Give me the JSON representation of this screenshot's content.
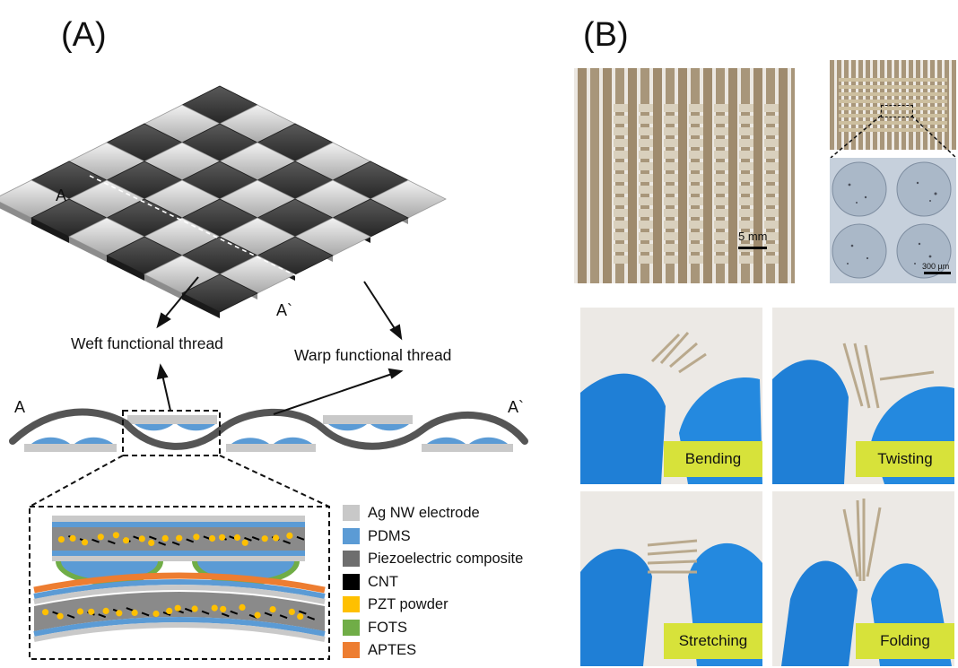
{
  "panels": {
    "a": "(A)",
    "b": "(B)"
  },
  "labels": {
    "a": "A",
    "a_prime": "A`",
    "a_section_left": "A",
    "a_section_right": "A`",
    "weft": "Weft functional thread",
    "warp": "Warp functional thread"
  },
  "legend": [
    {
      "label": "Ag NW electrode",
      "color": "#c8c8c8"
    },
    {
      "label": "PDMS",
      "color": "#5b9bd5"
    },
    {
      "label": "Piezoelectric composite",
      "color": "#6e6e6e"
    },
    {
      "label": "CNT",
      "color": "#000000"
    },
    {
      "label": "PZT powder",
      "color": "#ffc000"
    },
    {
      "label": "FOTS",
      "color": "#70ad47"
    },
    {
      "label": "APTES",
      "color": "#ed7d31"
    }
  ],
  "scale_bars": {
    "fabric": "5 mm",
    "micro": "300 µm"
  },
  "photos": [
    {
      "caption": "Bending"
    },
    {
      "caption": "Twisting"
    },
    {
      "caption": "Stretching"
    },
    {
      "caption": "Folding"
    }
  ]
}
